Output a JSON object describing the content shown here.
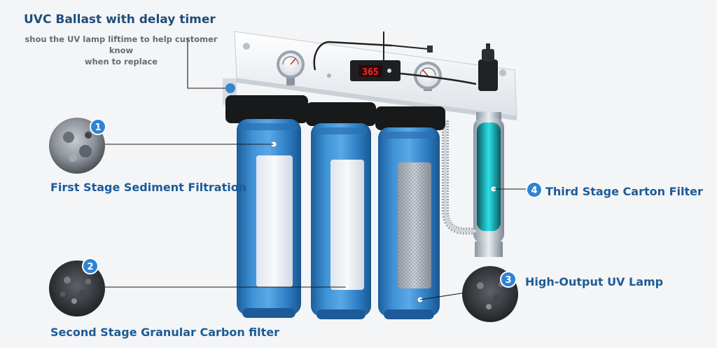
{
  "callouts": {
    "ballast": {
      "title": "UVC Ballast with delay timer",
      "note_line1": "shou the UV lamp liftime to help customer know",
      "note_line2": "when to replace"
    },
    "stage1": {
      "number": "1",
      "label": "First Stage Sediment Filtration"
    },
    "stage2": {
      "number": "2",
      "label": "Second Stage Granular Carbon filter"
    },
    "stage3": {
      "number": "3",
      "label": "High-Output UV Lamp"
    },
    "stage4": {
      "number": "4",
      "label": "Third Stage Carton Filter"
    }
  },
  "device": {
    "timer_display": "365"
  },
  "colors": {
    "housing_blue": "#2f7fc4",
    "badge_blue": "#2f84d2",
    "label_blue": "#1d5b98",
    "heading_navy": "#1f4e7a",
    "uv_glow": "#1fd0d8",
    "timer_red": "#ff2a2a"
  }
}
